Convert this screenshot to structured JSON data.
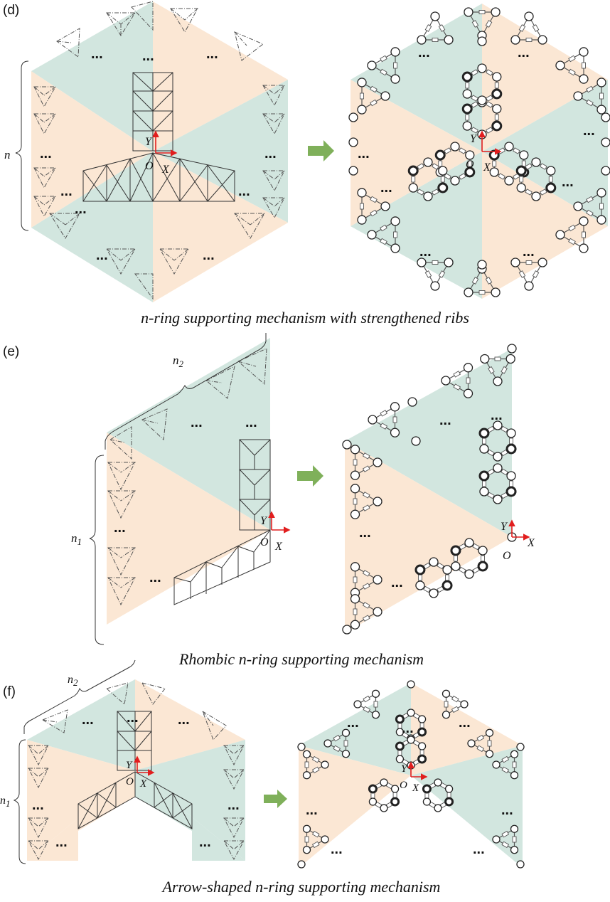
{
  "colors": {
    "green": "#d2e6df",
    "peach": "#fbe7d4",
    "arrow": "#7fb05a",
    "axis": "#e11e1e",
    "line": "#333333"
  },
  "panels": [
    {
      "id": "d",
      "label": "(d)",
      "caption": "n-ring supporting mechanism with strengthened ribs",
      "dim_labels": [
        "n"
      ],
      "origin": "O",
      "axis_x": "X",
      "axis_y": "Y",
      "ellipsis": "..."
    },
    {
      "id": "e",
      "label": "(e)",
      "caption": "Rhombic n-ring supporting mechanism",
      "dim_labels": [
        "n1",
        "n2"
      ],
      "origin": "O",
      "axis_x": "X",
      "axis_y": "Y",
      "ellipsis": "..."
    },
    {
      "id": "f",
      "label": "(f)",
      "caption": "Arrow-shaped n-ring supporting mechanism",
      "dim_labels": [
        "n1",
        "n2"
      ],
      "origin": "O",
      "axis_x": "X",
      "axis_y": "Y",
      "ellipsis": "..."
    }
  ],
  "subscript_text": {
    "n1_base": "n",
    "n1_sub": "1",
    "n2_base": "n",
    "n2_sub": "2"
  }
}
